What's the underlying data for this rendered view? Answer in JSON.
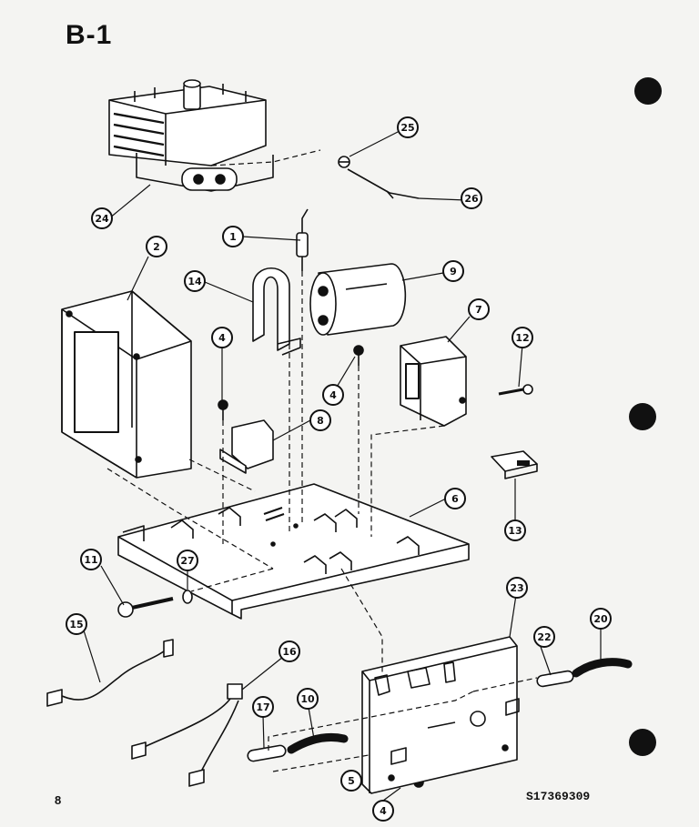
{
  "header": {
    "title": "B-1"
  },
  "footer": {
    "page_number": "8",
    "document_code": "S17369309"
  },
  "callouts": [
    {
      "id": "c1",
      "label": "1"
    },
    {
      "id": "c2",
      "label": "2"
    },
    {
      "id": "c4a",
      "label": "4"
    },
    {
      "id": "c4b",
      "label": "4"
    },
    {
      "id": "c4c",
      "label": "4"
    },
    {
      "id": "c5",
      "label": "5"
    },
    {
      "id": "c6",
      "label": "6"
    },
    {
      "id": "c7",
      "label": "7"
    },
    {
      "id": "c8",
      "label": "8"
    },
    {
      "id": "c9",
      "label": "9"
    },
    {
      "id": "c10",
      "label": "10"
    },
    {
      "id": "c11",
      "label": "11"
    },
    {
      "id": "c12",
      "label": "12"
    },
    {
      "id": "c13",
      "label": "13"
    },
    {
      "id": "c14",
      "label": "14"
    },
    {
      "id": "c15",
      "label": "15"
    },
    {
      "id": "c16",
      "label": "16"
    },
    {
      "id": "c17",
      "label": "17"
    },
    {
      "id": "c20",
      "label": "20"
    },
    {
      "id": "c22",
      "label": "22"
    },
    {
      "id": "c23",
      "label": "23"
    },
    {
      "id": "c24",
      "label": "24"
    },
    {
      "id": "c25",
      "label": "25"
    },
    {
      "id": "c26",
      "label": "26"
    },
    {
      "id": "c27",
      "label": "27"
    }
  ]
}
